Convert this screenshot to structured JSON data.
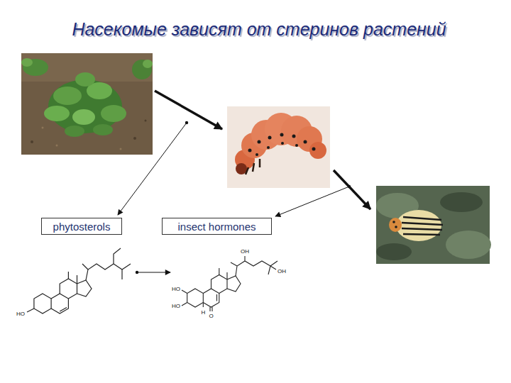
{
  "diagram": {
    "title": "Насекомые зависят от стеринов растений",
    "nodes": [
      {
        "text": [
          "phytosterols"
        ]
      },
      {
        "text": [
          "insect hormones"
        ]
      }
    ],
    "labels": [
      "HO",
      "OH",
      "OH",
      "HO",
      "HO",
      "H",
      "O"
    ]
  }
}
